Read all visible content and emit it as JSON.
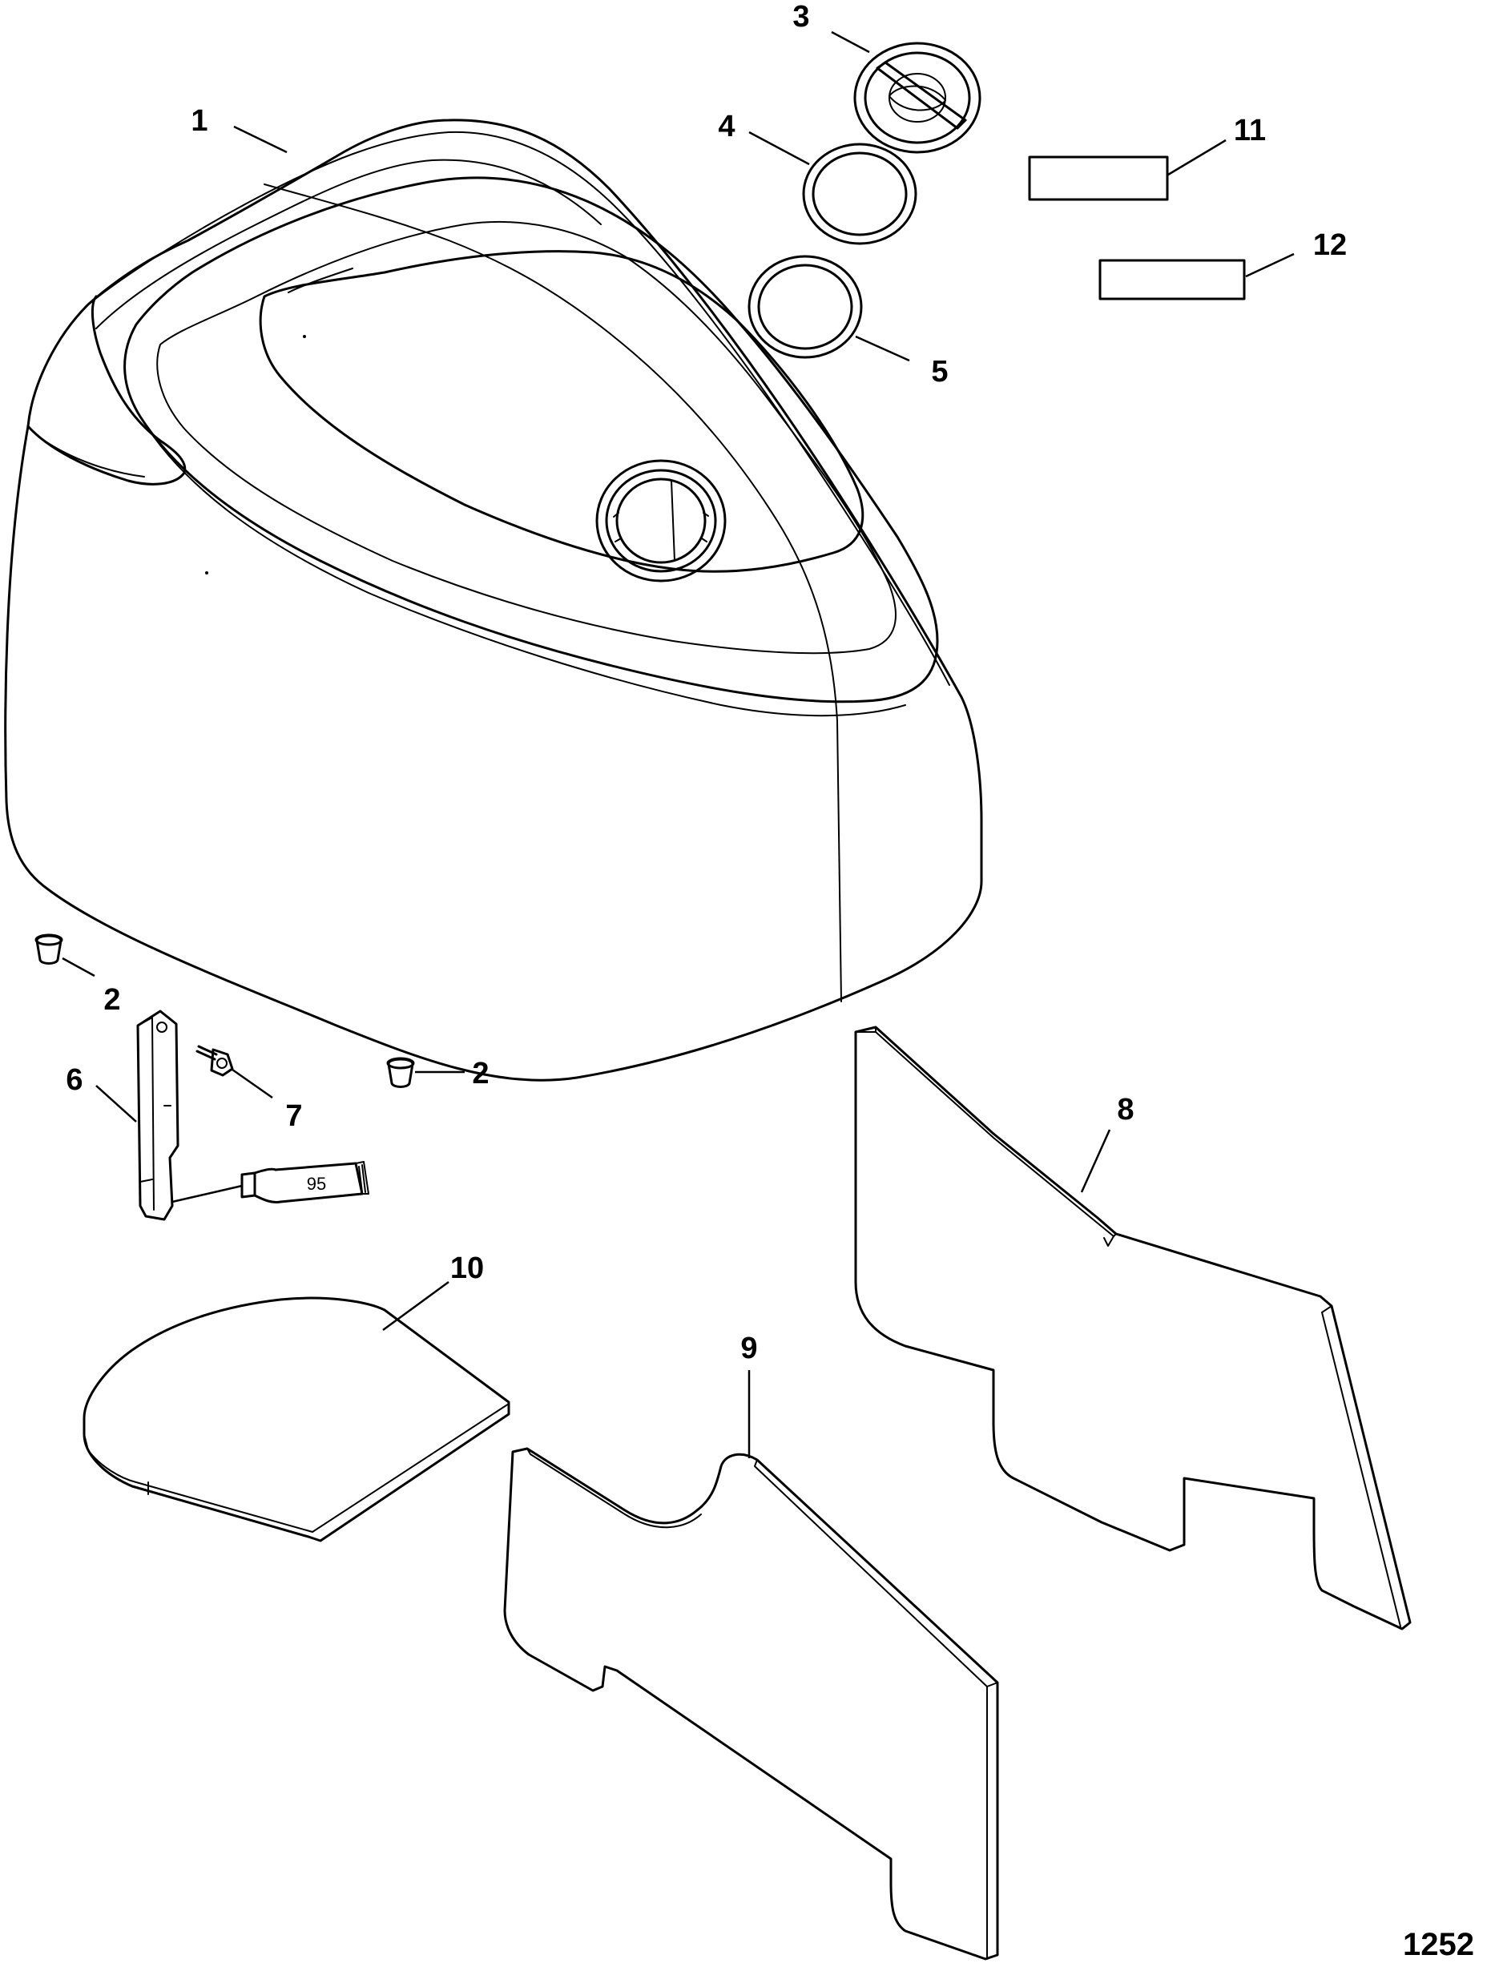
{
  "callouts": [
    {
      "id": "1",
      "label": "1"
    },
    {
      "id": "2a",
      "label": "2"
    },
    {
      "id": "2b",
      "label": "2"
    },
    {
      "id": "3",
      "label": "3"
    },
    {
      "id": "4",
      "label": "4"
    },
    {
      "id": "5",
      "label": "5"
    },
    {
      "id": "6",
      "label": "6"
    },
    {
      "id": "7",
      "label": "7"
    },
    {
      "id": "8",
      "label": "8"
    },
    {
      "id": "9",
      "label": "9"
    },
    {
      "id": "10",
      "label": "10"
    },
    {
      "id": "11",
      "label": "11"
    },
    {
      "id": "12",
      "label": "12"
    }
  ],
  "sealant_tube_label": "95",
  "figure_number": "1252"
}
